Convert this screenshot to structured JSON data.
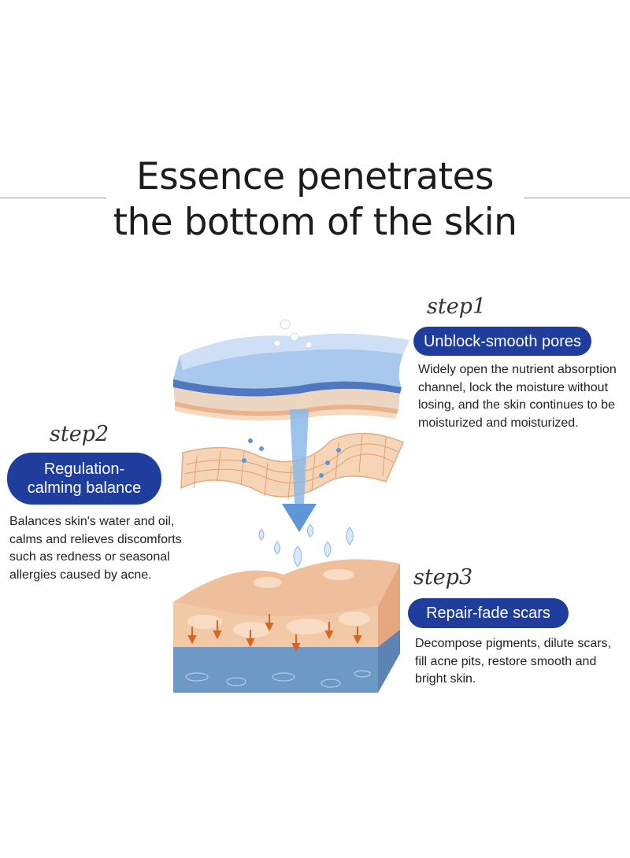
{
  "title": {
    "line1": "Essence penetrates",
    "line2": "the bottom of the skin"
  },
  "steps": [
    {
      "label": "step1",
      "heading": "Unblock-smooth pores",
      "desc_lines": [
        "Widely open the nutrient absorption",
        "channel, lock the moisture without",
        "losing, and the skin continues to be",
        "moisturized and moisturized."
      ]
    },
    {
      "label": "step2",
      "heading_line1": "Regulation-",
      "heading_line2": "calming balance",
      "desc_lines": [
        "Balances skin's water and oil,",
        "calms and relieves discomforts",
        "such as redness or seasonal",
        "allergies caused by acne."
      ]
    },
    {
      "label": "step3",
      "heading": "Repair-fade scars",
      "desc_lines": [
        "Decompose pigments, dilute scars,",
        "fill acne pits, restore smooth and",
        "bright skin."
      ]
    }
  ],
  "colors": {
    "pill_blue": "#1f3d9c",
    "skin_blue": "#7fa8dc",
    "skin_peach": "#f3c9a7",
    "arrow_blue": "#5d97d9"
  }
}
